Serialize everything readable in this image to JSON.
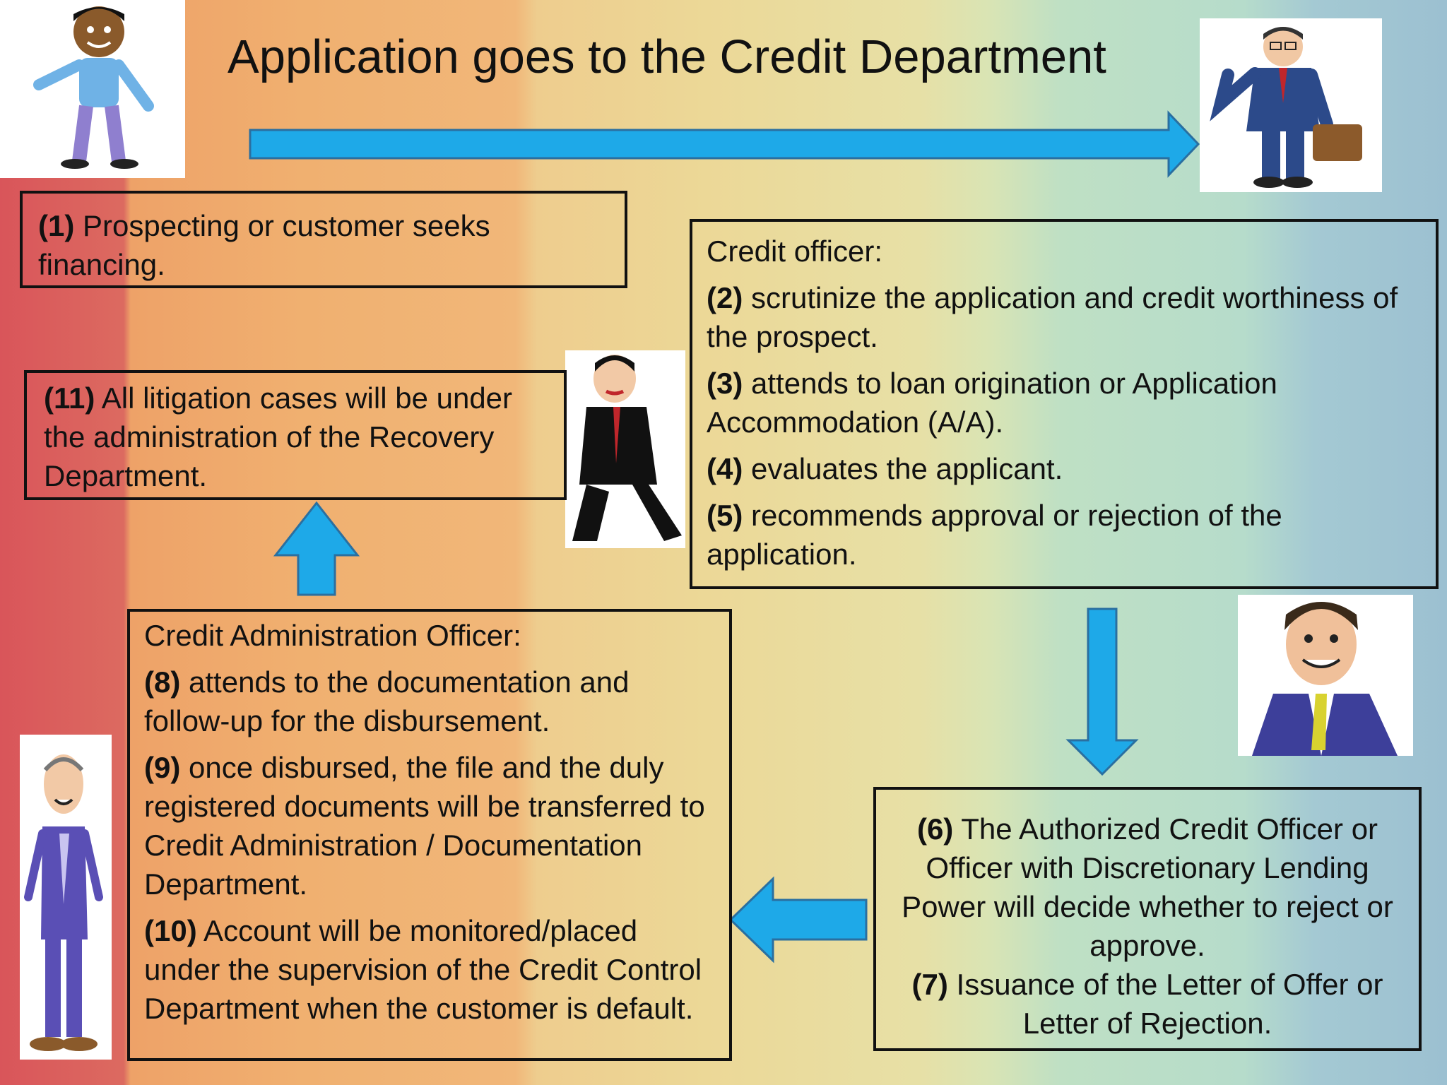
{
  "title": "Application goes to the Credit Department",
  "colors": {
    "arrow_fill": "#1ea9e8",
    "arrow_stroke": "#2a6fa0",
    "box_border": "#111111"
  },
  "box_1": {
    "num": "(1)",
    "text": " Prospecting or customer seeks financing."
  },
  "box_credit_officer": {
    "heading": "Credit officer:",
    "items": [
      {
        "num": "(2)",
        "text": " scrutinize the application and credit worthiness of the prospect."
      },
      {
        "num": "(3)",
        "text": " attends to loan origination or Application Accommodation (A/A)."
      },
      {
        "num": "(4)",
        "text": " evaluates the applicant."
      },
      {
        "num": "(5)",
        "text": " recommends approval or rejection of the application."
      }
    ]
  },
  "box_11": {
    "num": "(11)",
    "text": " All litigation cases will be under the administration of the Recovery Department."
  },
  "box_cao": {
    "heading": "Credit Administration Officer:",
    "items": [
      {
        "num": "(8)",
        "text": " attends to the documentation and follow-up for the disbursement."
      },
      {
        "num": "(9)",
        "text": " once disbursed, the file and the duly registered documents will be transferred to Credit Administration / Documentation Department."
      },
      {
        "num": "(10)",
        "text": " Account will be monitored/placed under the supervision of the Credit Control Department when the customer is default."
      }
    ]
  },
  "box_6_7": {
    "items": [
      {
        "num": "(6)",
        "text": " The Authorized Credit Officer or Officer with Discretionary Lending Power will decide whether to reject or approve."
      },
      {
        "num": "(7)",
        "text": " Issuance of the Letter of Offer or Letter of Rejection."
      }
    ]
  },
  "illustrations": [
    "boy-cartoon-icon",
    "businessman-briefcase-icon",
    "angry-manager-icon",
    "smiling-officer-icon",
    "thin-man-cartoon-icon"
  ]
}
